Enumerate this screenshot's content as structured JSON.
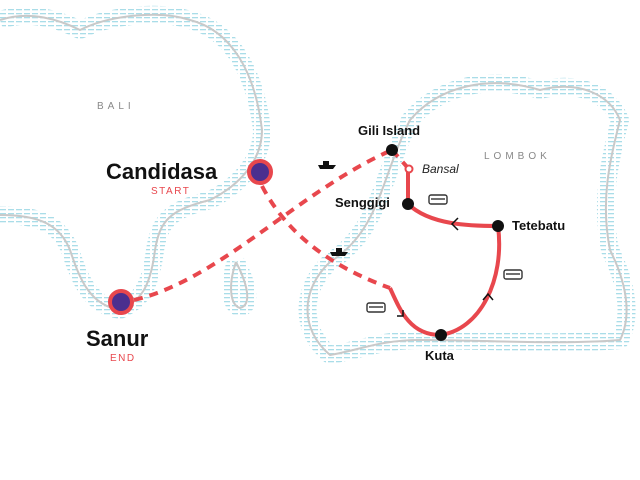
{
  "islands": {
    "bali": "BALI",
    "lombok": "LOMBOK"
  },
  "stops": {
    "candidasa": {
      "name": "Candidasa",
      "tag": "START"
    },
    "sanur": {
      "name": "Sanur",
      "tag": "END"
    },
    "gili": {
      "name": "Gili Island"
    },
    "bansal": {
      "name": "Bansal"
    },
    "senggigi": {
      "name": "Senggigi"
    },
    "tetebatu": {
      "name": "Tetebatu"
    },
    "kuta": {
      "name": "Kuta"
    }
  },
  "icons": [
    "boat-icon",
    "bus-icon"
  ],
  "colors": {
    "route": "#e8474d",
    "endpoint": "#4b2f8f",
    "water": "#a9dde8",
    "coast": "#c9c9c9"
  }
}
